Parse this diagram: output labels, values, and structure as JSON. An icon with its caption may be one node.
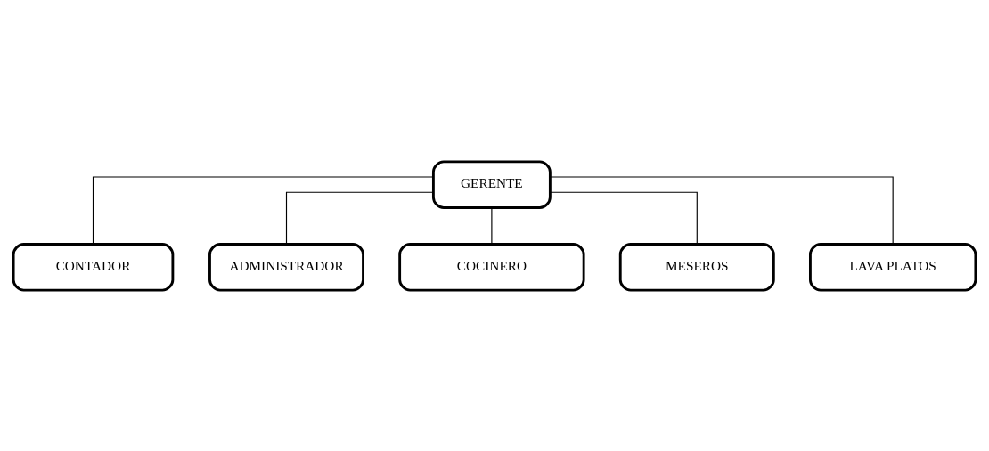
{
  "diagram": {
    "nodes": [
      {
        "text": [
          "GERENTE"
        ]
      },
      {
        "text": [
          "CONTADOR"
        ]
      },
      {
        "text": [
          "ADMINISTRADOR"
        ]
      },
      {
        "text": [
          "COCINERO"
        ]
      },
      {
        "text": [
          "MESEROS"
        ]
      },
      {
        "text": [
          "LAVA PLATOS"
        ]
      }
    ],
    "edges": [
      {
        "from": 0,
        "to": 1,
        "arrow": "none"
      },
      {
        "from": 0,
        "to": 2,
        "arrow": "none"
      },
      {
        "from": 0,
        "to": 3,
        "arrow": "none"
      },
      {
        "from": 0,
        "to": 4,
        "arrow": "none"
      },
      {
        "from": 0,
        "to": 5,
        "arrow": "none"
      }
    ]
  }
}
